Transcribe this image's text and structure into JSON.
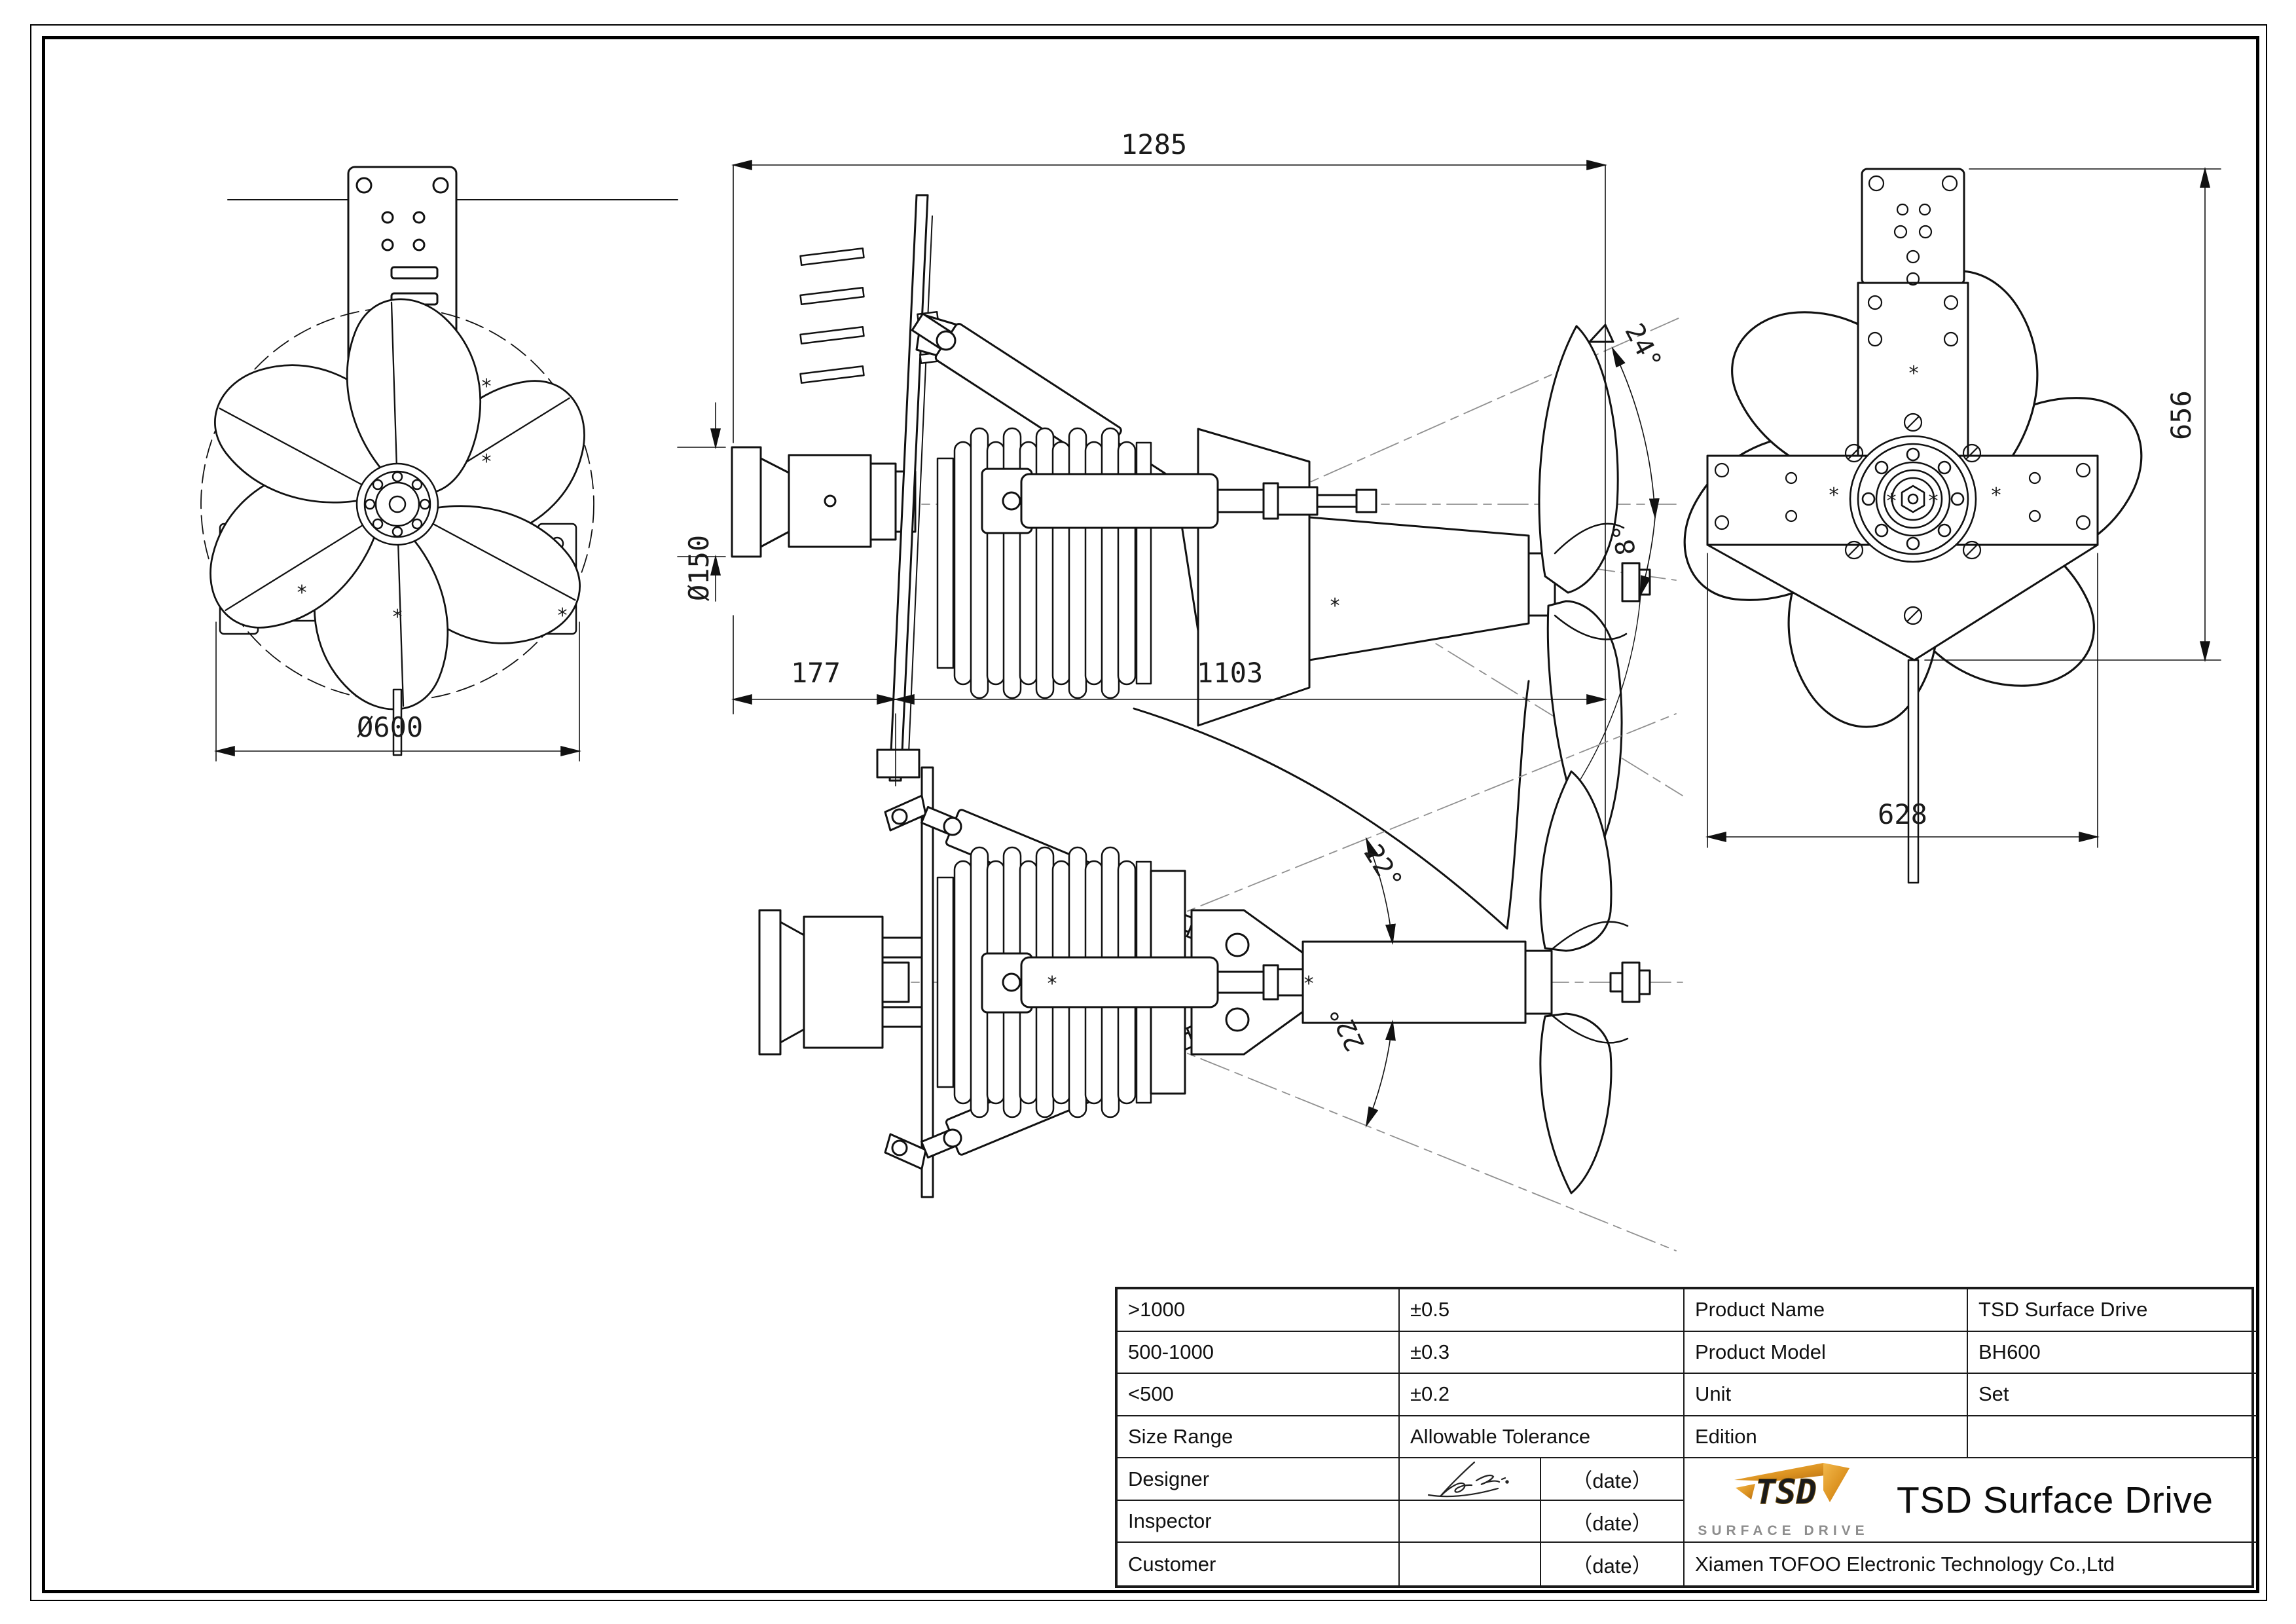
{
  "dims": {
    "front_diameter": "Ø600",
    "side_overall": "1285",
    "side_flange": "Ø150",
    "side_setback": "177",
    "side_length": "1103",
    "side_trim_up": "24°",
    "side_trim_down": "8°",
    "rear_height": "656",
    "rear_width": "628",
    "plan_steer_up": "22°",
    "plan_steer_down": "22°"
  },
  "title_block": {
    "rows": [
      {
        "c1": ">1000",
        "c2": "±0.5",
        "c3": "Product Name",
        "c4": "TSD Surface Drive"
      },
      {
        "c1": "500-1000",
        "c2": "±0.3",
        "c3": "Product Model",
        "c4": "BH600"
      },
      {
        "c1": "<500",
        "c2": "±0.2",
        "c3": "Unit",
        "c4": "Set"
      },
      {
        "c1": "Size Range",
        "c2": "Allowable Tolerance",
        "c3": "Edition",
        "c4": ""
      }
    ],
    "designer_label": "Designer",
    "inspector_label": "Inspector",
    "customer_label": "Customer",
    "date_label": "（date）",
    "company": "Xiamen TOFOO Electronic Technology Co.,Ltd",
    "brand_title": "TSD Surface Drive",
    "logo_text": "TSD",
    "logo_subtext": "SURFACE DRIVE",
    "logo_gold": "#E09A26",
    "logo_gray": "#8d8d8d"
  }
}
